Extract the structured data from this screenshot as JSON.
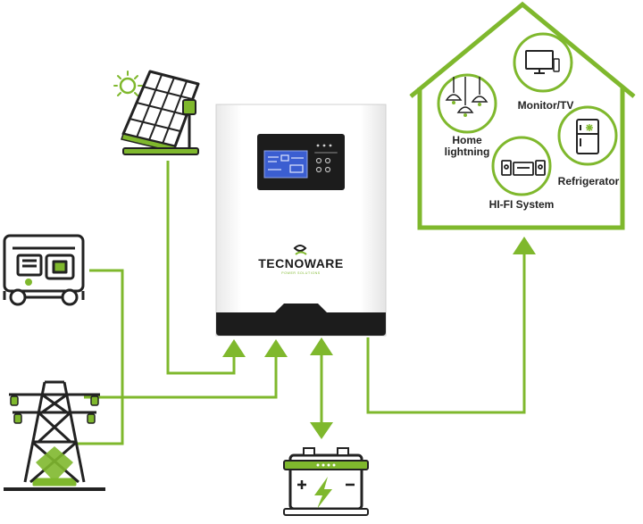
{
  "colors": {
    "accent": "#7fb82d",
    "line": "#222222",
    "panel_dark": "#1c1c1c",
    "lcd": "#3b5ed1"
  },
  "inverter": {
    "brand": "TECNOWARE",
    "tagline": "POWER SOLUTIONS"
  },
  "home": {
    "labels": {
      "lighting": [
        "Home",
        "lightning"
      ],
      "monitor": "Monitor/TV",
      "refrigerator": "Refrigerator",
      "hifi": "HI-FI System"
    }
  },
  "icons": {
    "sources": [
      "solar-panel-icon",
      "generator-icon",
      "power-pylon-icon"
    ],
    "storage": "battery-icon",
    "loads": [
      "ceiling-lamps-icon",
      "monitor-tv-icon",
      "refrigerator-icon",
      "hifi-system-icon"
    ]
  }
}
